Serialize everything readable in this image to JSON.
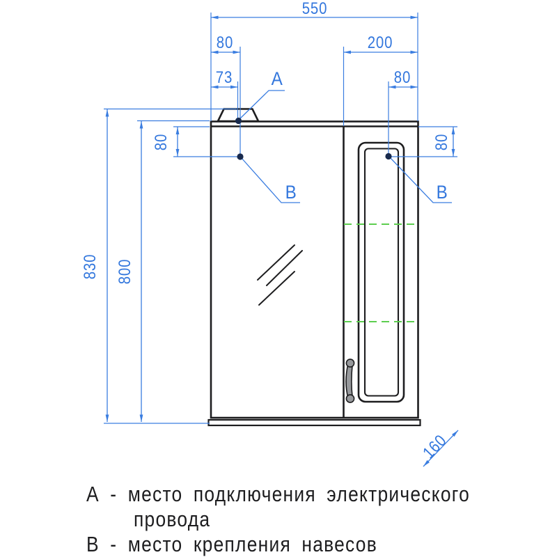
{
  "dimensions": {
    "overall_width": "550",
    "left_hole_offset": "80",
    "lamp_offset": "73",
    "door_width": "200",
    "right_hole_offset": "80",
    "total_height": "830",
    "body_height": "800",
    "left_hole_top_offset": "80",
    "right_hole_top_offset": "80",
    "depth": "160"
  },
  "callouts": {
    "a": "А",
    "b_left": "В",
    "b_right": "В"
  },
  "legend": {
    "line1": "А - место подключения электрического",
    "line2": "провода",
    "line3": "В - место крепления навесов"
  },
  "colors": {
    "dimension_blue": "#3a7de0",
    "hidden_line_green": "#5dce4f",
    "outline_black": "#1d1d1f"
  }
}
